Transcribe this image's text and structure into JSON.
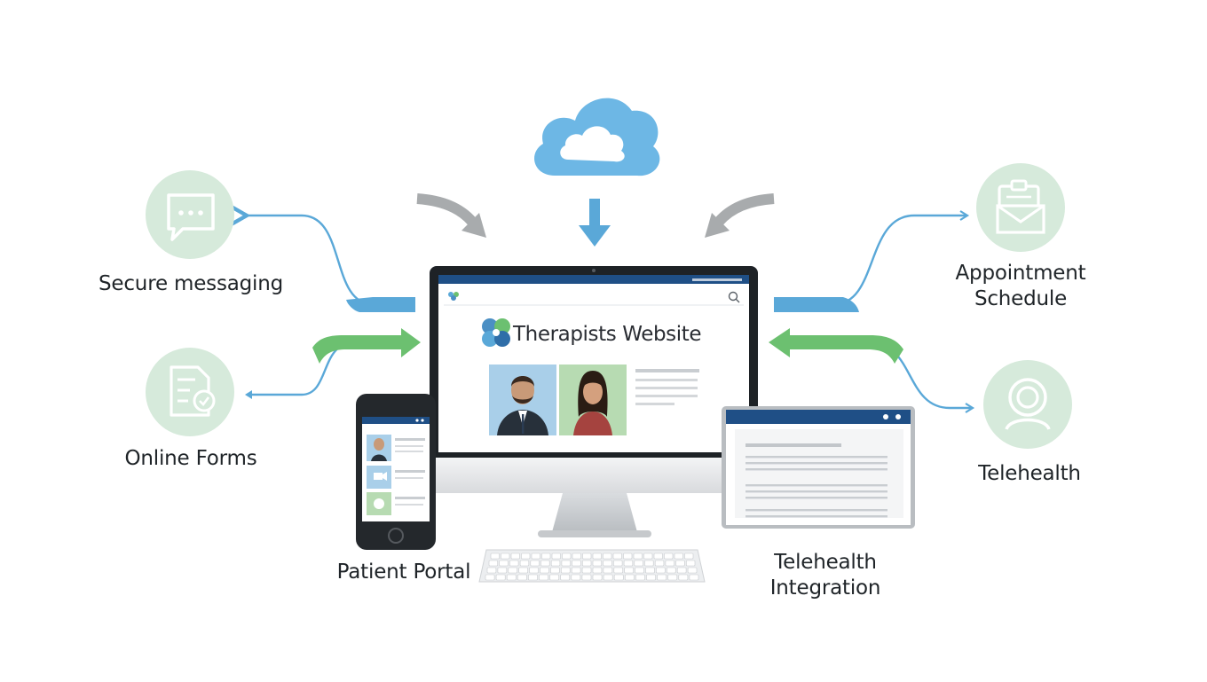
{
  "nodes": {
    "secure_messaging": "Secure messaging",
    "online_forms": "Online Forms",
    "appointment_schedule": "Appointment Schedule",
    "telehealth": "Telehealth",
    "patient_portal": "Patient Portal",
    "telehealth_integration": "Telehealth Integration"
  },
  "website": {
    "title": "Therapists Website"
  },
  "icons": {
    "cloud": "cloud-icon",
    "messaging": "chat-bubble-icon",
    "forms": "document-form-icon",
    "appointment": "clipboard-envelope-icon",
    "telehealth": "person-headset-icon",
    "logo": "clover-logo-icon",
    "search": "search-icon"
  },
  "colors": {
    "blue_arrow": "#5aa8d8",
    "green_arrow": "#6cc070",
    "gray_arrow": "#a8abad",
    "icon_circle": "#d6eadb",
    "icon_stroke": "#ffffff",
    "cloud": "#6db7e5",
    "browser_bar": "#1f4f86"
  }
}
